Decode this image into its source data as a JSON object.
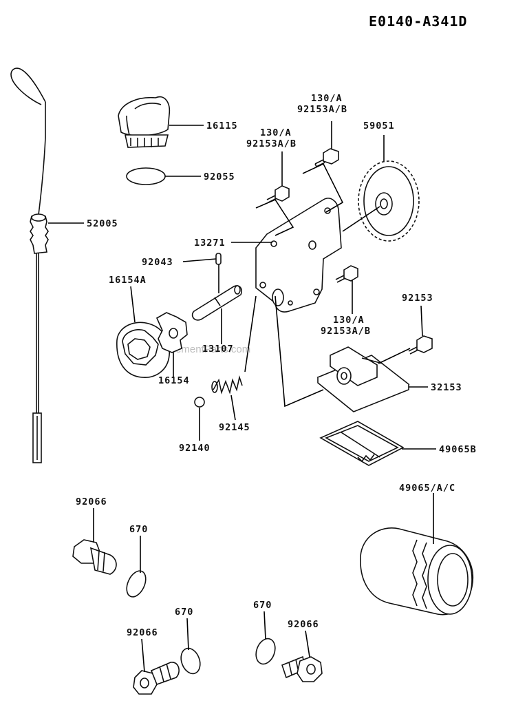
{
  "diagram_code": "E0140-A341D",
  "watermark": "eReplacementParts.com",
  "parts": {
    "p16115": "16115",
    "p92055": "92055",
    "p52005": "52005",
    "p130a_1": "130/A",
    "p92153ab_1": "92153A/B",
    "p130a_2": "130/A",
    "p92153ab_2": "92153A/B",
    "p59051": "59051",
    "p13271": "13271",
    "p92043": "92043",
    "p16154a": "16154A",
    "p13107": "13107",
    "p16154": "16154",
    "p130a_3": "130/A",
    "p92153ab_3": "92153A/B",
    "p92153": "92153",
    "p32153": "32153",
    "p92145": "92145",
    "p92140": "92140",
    "p49065b": "49065B",
    "p49065ac": "49065/A/C",
    "p92066_1": "92066",
    "p670_1": "670",
    "p670_2": "670",
    "p92066_2": "92066",
    "p670_3": "670",
    "p92066_3": "92066"
  }
}
